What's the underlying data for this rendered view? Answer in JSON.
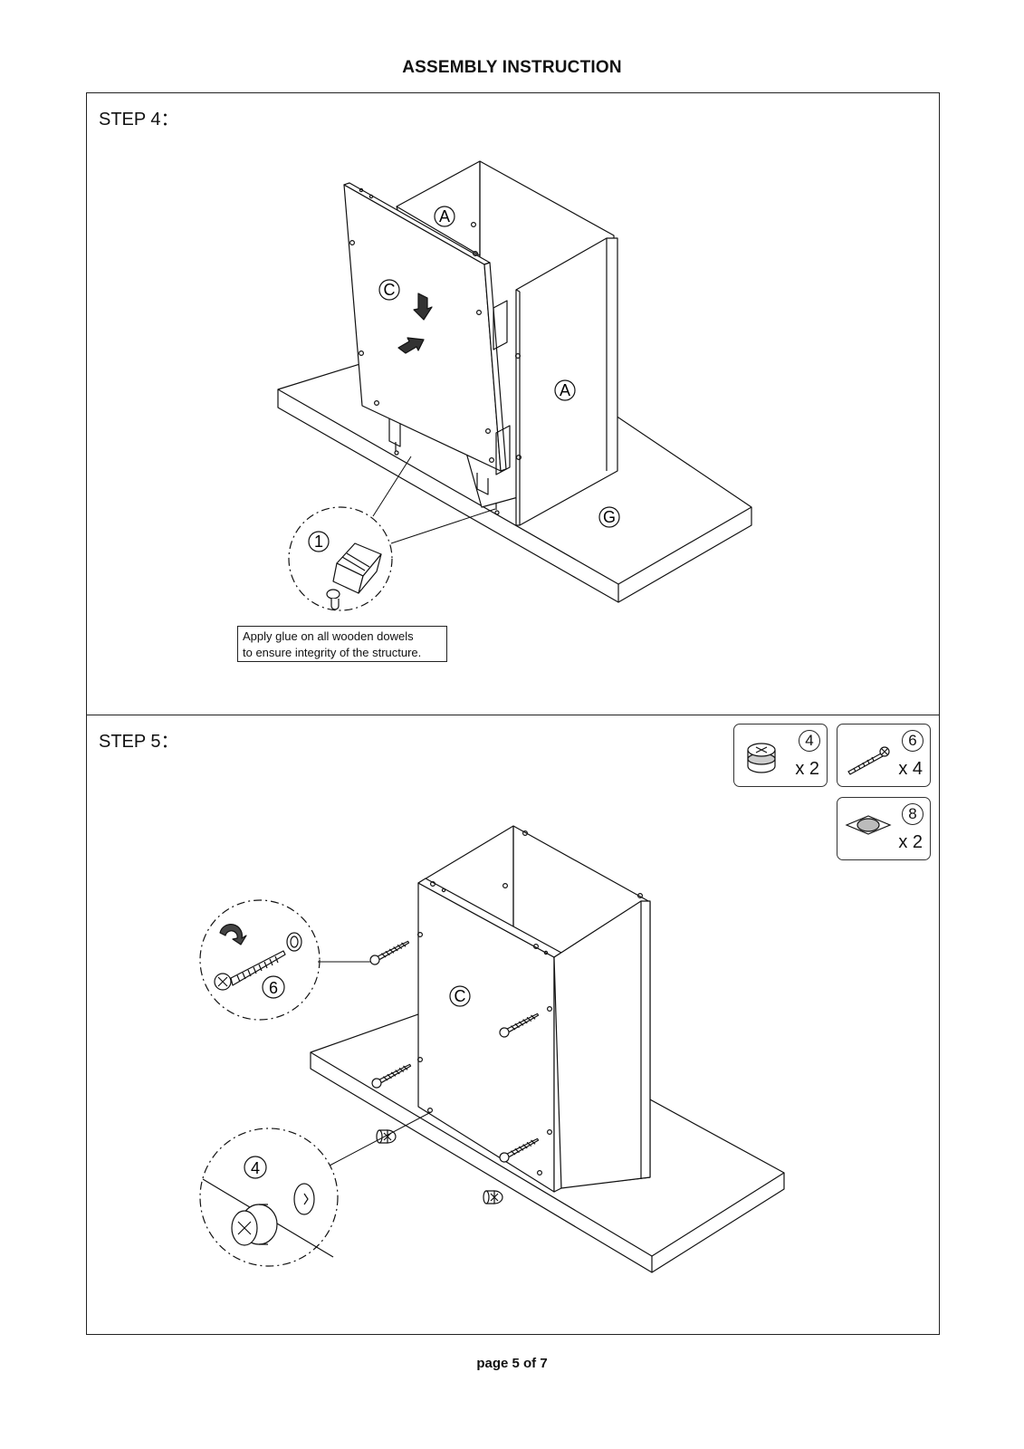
{
  "header": {
    "title": "ASSEMBLY INSTRUCTION"
  },
  "step4": {
    "label": "STEP 4：",
    "panel_labels": {
      "top_back": "A",
      "front_side": "C",
      "right_side": "A",
      "base": "G"
    },
    "detail_part": "1",
    "note_lines": [
      "Apply glue on all wooden dowels",
      "to ensure integrity of the structure."
    ]
  },
  "step5": {
    "label": "STEP 5：",
    "panel_label": "C",
    "detail_screw_part": "6",
    "detail_cam_part": "4",
    "parts": [
      {
        "number": "4",
        "qty": "x 2",
        "icon": "cam-lock-icon"
      },
      {
        "number": "6",
        "qty": "x 4",
        "icon": "screw-icon"
      },
      {
        "number": "8",
        "qty": "x 2",
        "icon": "cover-cap-icon"
      }
    ]
  },
  "footer": {
    "page": "page 5 of 7"
  }
}
